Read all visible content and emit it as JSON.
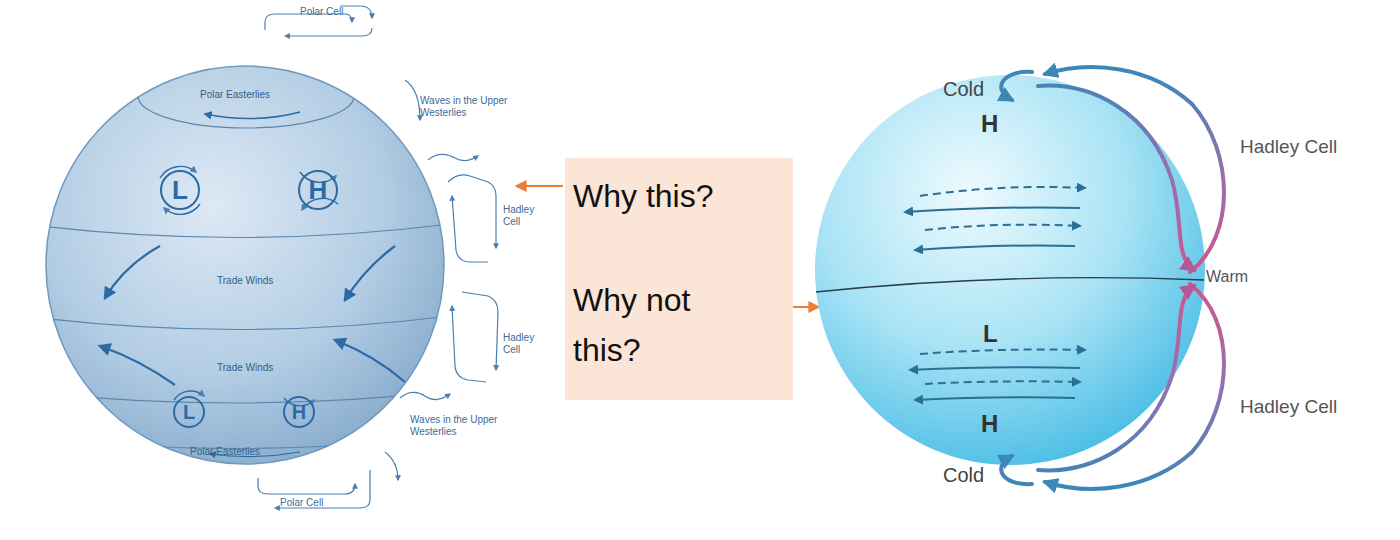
{
  "diagram": {
    "nodes": [
      {
        "text": [
          "L"
        ]
      },
      {
        "text": [
          "H"
        ]
      },
      {
        "text": [
          "L"
        ]
      },
      {
        "text": [
          "H"
        ]
      },
      {
        "text": [
          "Why this?",
          "Why not this?"
        ]
      }
    ],
    "labels": [
      "Polar Cell",
      "Polar Easterlies",
      "Waves in the Upper Westerlies",
      "Hadley Cell",
      "Trade Winds",
      "Hadley Cell",
      "Trade Winds",
      "Waves in the Upper Westerlies",
      "Polar Easterlies",
      "Polar Cell",
      "Cold",
      "H",
      "Hadley Cell",
      "Warm",
      "L",
      "H",
      "Hadley Cell",
      "Cold"
    ]
  }
}
